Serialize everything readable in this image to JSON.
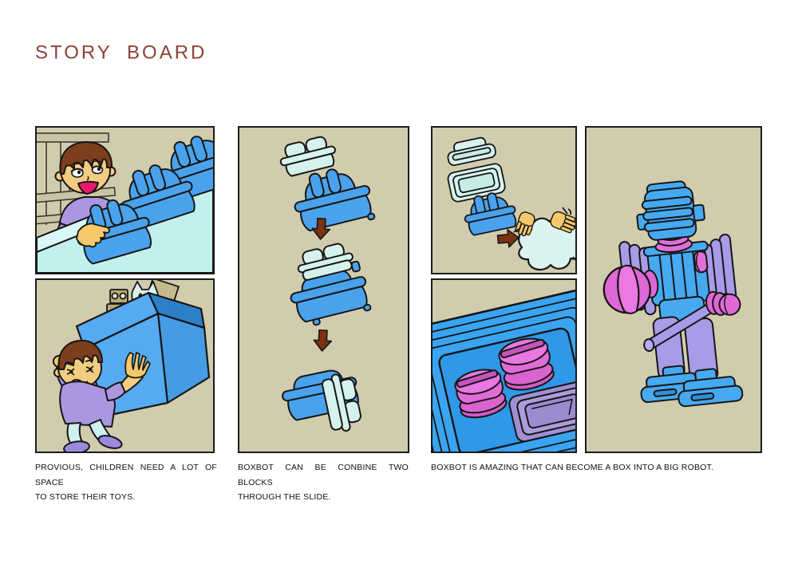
{
  "page": {
    "title": "STORY BOARD"
  },
  "captions": [
    {
      "lines": [
        "PROVIOUS, CHILDREN NEED A LOT OF SPACE",
        "TO STORE THEIR TOYS."
      ]
    },
    {
      "lines": [
        "BOXBOT CAN BE CONBINE TWO BLOCKS",
        "THROUGH THE SLIDE."
      ]
    },
    {
      "lines": [
        "BOXBOT IS AMAZING THAT CAN BECOME A BOX INTO A BIG ROBOT."
      ]
    }
  ],
  "icons": {
    "down_arrow": "down-arrow",
    "right_arrow": "right-arrow"
  },
  "colors": {
    "title_text": "#8d4136",
    "panel_background": "#d2ccae",
    "panel_border": "#1c1c1c",
    "box_blue": "#4aa2ec",
    "box_pale_cyan": "#d6f2ec",
    "accent_purple": "#a79ce8",
    "accent_magenta": "#df68d6",
    "skin_tone": "#f2cc80",
    "hair_brown": "#7c3e1d",
    "arrow_brown": "#7a3210",
    "table_cyan": "#c2f0ee",
    "caption_text": "#111111"
  }
}
